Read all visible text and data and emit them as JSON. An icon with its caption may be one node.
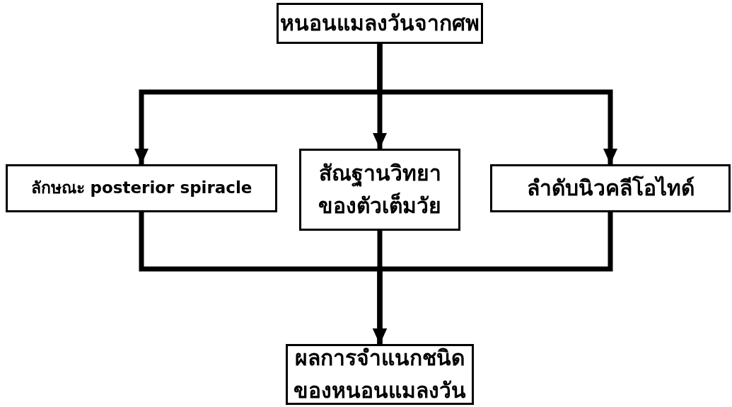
{
  "diagram": {
    "nodes": [
      {
        "text": [
          "หนอนแมลงวันจากศพ"
        ]
      },
      {
        "text": [
          "ลักษณะ posterior spiracle"
        ]
      },
      {
        "text": [
          "สัณฐานวิทยาของตัวเต็มวัย"
        ]
      },
      {
        "text": [
          "ลำดับนิวคลีโอไทด์"
        ]
      },
      {
        "text": [
          "ผลการจำแนกชนิดของหนอนแมลงวัน"
        ]
      }
    ],
    "edges": [
      {
        "from": 0,
        "to": 1,
        "arrow": "to"
      },
      {
        "from": 0,
        "to": 2,
        "arrow": "to"
      },
      {
        "from": 0,
        "to": 3,
        "arrow": "to"
      },
      {
        "from": 1,
        "to": 4,
        "arrow": "to"
      },
      {
        "from": 2,
        "to": 4,
        "arrow": "to"
      },
      {
        "from": 3,
        "to": 4,
        "arrow": "to"
      }
    ]
  }
}
